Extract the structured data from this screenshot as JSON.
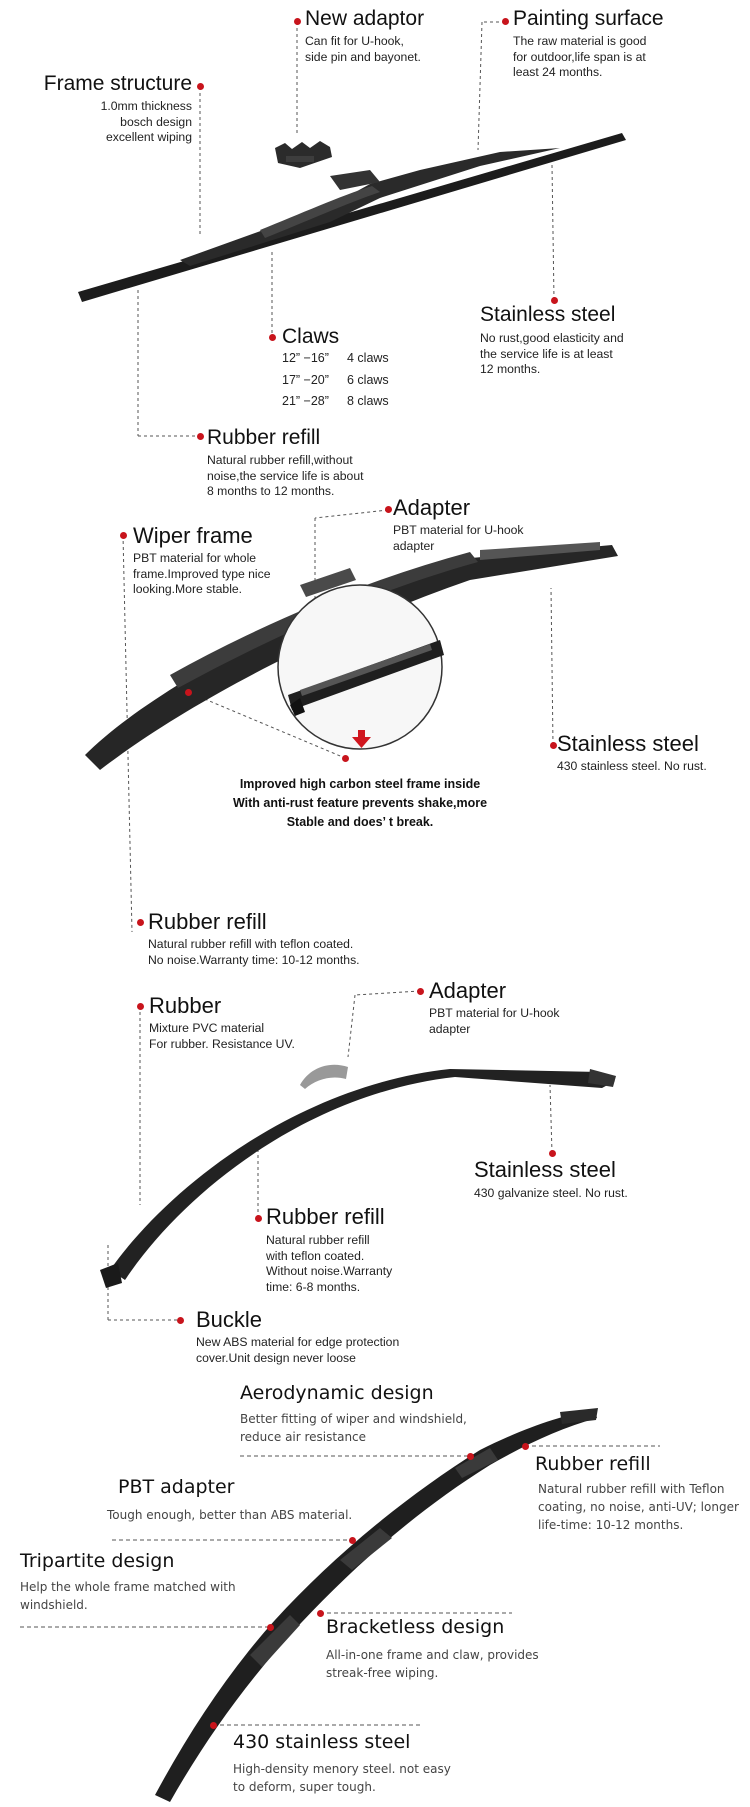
{
  "section1": {
    "new_adaptor": {
      "title": "New adaptor",
      "desc": "Can fit  for U-hook,\nside pin and bayonet."
    },
    "painting_surface": {
      "title": "Painting surface",
      "desc": "The raw material is good\nfor outdoor,life span is at\nleast 24 months."
    },
    "frame_structure": {
      "title": "Frame structure",
      "desc": "1.0mm thickness\nbosch design\nexcellent wiping"
    },
    "stainless_steel": {
      "title": "Stainless steel",
      "desc": "No rust,good elasticity and\nthe service life is at least\n12 months."
    },
    "claws": {
      "title": "Claws",
      "rows": [
        {
          "size": "12” −16”",
          "count": "4 claws"
        },
        {
          "size": "17” −20”",
          "count": "6 claws"
        },
        {
          "size": "21” −28”",
          "count": "8 claws"
        }
      ]
    },
    "rubber_refill": {
      "title": "Rubber refill",
      "desc": "Natural rubber refill,without\nnoise,the service life is about\n8 months to 12 months."
    }
  },
  "section2": {
    "adapter": {
      "title": "Adapter",
      "desc": "PBT material for U-hook\nadapter"
    },
    "wiper_frame": {
      "title": "Wiper frame",
      "desc": "PBT material for whole\nframe.Improved type nice\nlooking.More stable."
    },
    "stainless_steel": {
      "title": "Stainless steel",
      "desc": "430 stainless steel. No rust."
    },
    "center_note": "Improved high carbon steel frame inside\nWith anti-rust feature prevents shake,more\nStable and does’ t break.",
    "rubber_refill": {
      "title": "Rubber refill",
      "desc": "Natural rubber refill with teflon coated.\nNo noise.Warranty time: 10-12 months."
    }
  },
  "section3": {
    "rubber": {
      "title": "Rubber",
      "desc": "Mixture PVC material\nFor rubber. Resistance UV."
    },
    "adapter": {
      "title": "Adapter",
      "desc": "PBT material for U-hook\nadapter"
    },
    "stainless_steel": {
      "title": "Stainless steel",
      "desc": "430 galvanize steel. No rust."
    },
    "rubber_refill": {
      "title": "Rubber refill",
      "desc": "Natural rubber refill\nwith teflon coated.\nWithout noise.Warranty\ntime: 6-8  months."
    },
    "buckle": {
      "title": "Buckle",
      "desc": "New ABS material for edge protection\ncover.Unit design never loose"
    }
  },
  "section4": {
    "aerodynamic": {
      "title": "Aerodynamic design",
      "desc": "Better fitting of wiper and windshield,\nreduce air resistance"
    },
    "rubber_refill": {
      "title": "Rubber refill",
      "desc": "Natural rubber refill with Teflon\ncoating, no noise, anti-UV; longer\nlife-time: 10-12 months."
    },
    "pbt_adapter": {
      "title": "PBT adapter",
      "desc": "Tough enough, better than ABS material."
    },
    "tripartite": {
      "title": "Tripartite design",
      "desc": "Help the whole frame matched with\nwindshield."
    },
    "bracketless": {
      "title": "Bracketless design",
      "desc": "All-in-one frame and claw, provides\nstreak-free wiping."
    },
    "stainless_430": {
      "title": "430 stainless steel",
      "desc": "High-density menory steel. not easy\nto deform, super tough."
    }
  },
  "colors": {
    "accent_dot": "#c8141c",
    "leader_line": "#555555",
    "arrow": "#d0161e"
  }
}
